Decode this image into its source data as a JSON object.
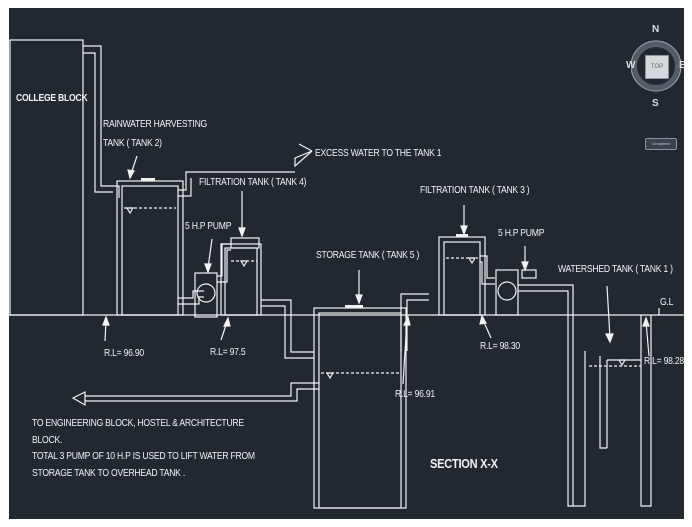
{
  "labels": {
    "college_block": "COLLEGE BLOCK",
    "rainwater_tank_line1": "RAINWATER HARVESTING",
    "rainwater_tank_line2": "TANK ( TANK 2)",
    "excess_water": "EXCESS WATER TO THE TANK 1",
    "filtration_tank_4": "FILTRATION TANK ( TANK 4)",
    "pump_left": "5 H.P PUMP",
    "filtration_tank_3": "FILTRATION TANK ( TANK 3 )",
    "pump_right": "5 H.P PUMP",
    "storage_tank": "STORAGE TANK ( TANK 5 )",
    "watershed_tank": "WATERSHED TANK ( TANK 1 )",
    "gl": "G.L",
    "rl_9690": "R.L= 96.90",
    "rl_975": "R.L= 97.5",
    "rl_9691": "R.L= 96.91",
    "rl_9830": "R.L= 98.30",
    "rl_9828": "R.L= 98.28",
    "note_line1": "TO ENGINEERING BLOCK, HOSTEL & ARCHITECTURE",
    "note_line2": "BLOCK.",
    "note_line3": "TOTAL 3 PUMP OF 10 H.P IS USED TO LIFT WATER FROM",
    "note_line4": "STORAGE TANK TO OVERHEAD TANK .",
    "section_title": "SECTION X-X"
  },
  "viewcube": {
    "north": "N",
    "south": "S",
    "east": "E",
    "west": "W",
    "top": "TOP",
    "wcs": "Unnamed"
  },
  "colors": {
    "background": "#212830",
    "linework": "#f2f2f2",
    "text": "#f2f2f2"
  }
}
